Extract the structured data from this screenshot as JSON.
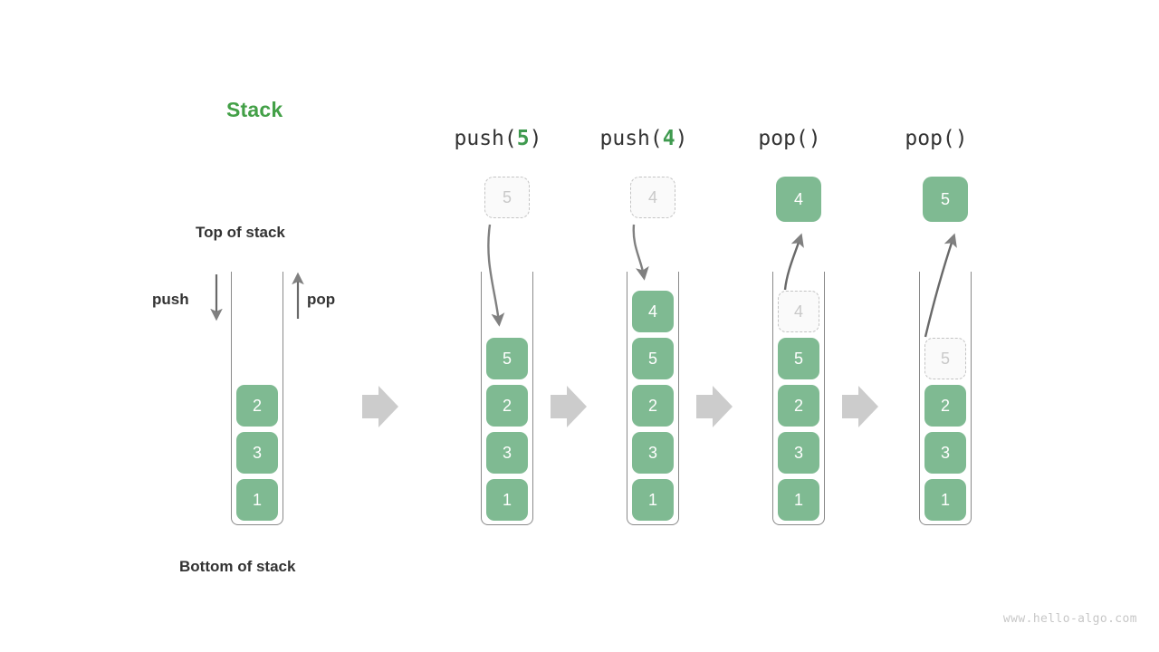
{
  "diagram": {
    "title": "Stack",
    "title_color": "#43a047",
    "accent_green": "#7fba92",
    "ghost_gray": "#c9c9c9",
    "arrow_gray": "#808080",
    "transition_arrow_color": "#cccccc",
    "watermark": "www.hello-algo.com",
    "labels": {
      "top_of_stack": "Top of stack",
      "bottom_of_stack": "Bottom of stack",
      "push": "push",
      "pop": "pop"
    }
  },
  "columns": [
    {
      "id": "initial",
      "header_prefix": "",
      "header_arg": "",
      "header_suffix": "",
      "cells": [
        "2",
        "3",
        "1"
      ],
      "ghost_in_stack": null,
      "floating": null
    },
    {
      "id": "push-5",
      "header_prefix": "push(",
      "header_arg": "5",
      "header_suffix": ")",
      "cells": [
        "5",
        "2",
        "3",
        "1"
      ],
      "ghost_in_stack": null,
      "floating": {
        "value": "5",
        "style": "ghost",
        "direction": "down"
      }
    },
    {
      "id": "push-4",
      "header_prefix": "push(",
      "header_arg": "4",
      "header_suffix": ")",
      "cells": [
        "4",
        "5",
        "2",
        "3",
        "1"
      ],
      "ghost_in_stack": null,
      "floating": {
        "value": "4",
        "style": "ghost",
        "direction": "down"
      }
    },
    {
      "id": "pop-1",
      "header_prefix": "pop(",
      "header_arg": "",
      "header_suffix": ")",
      "cells": [
        "5",
        "2",
        "3",
        "1"
      ],
      "ghost_in_stack": {
        "value": "4"
      },
      "floating": {
        "value": "4",
        "style": "filled",
        "direction": "up"
      }
    },
    {
      "id": "pop-2",
      "header_prefix": "pop(",
      "header_arg": "",
      "header_suffix": ")",
      "cells": [
        "2",
        "3",
        "1"
      ],
      "ghost_in_stack": {
        "value": "5"
      },
      "floating": {
        "value": "5",
        "style": "filled",
        "direction": "up"
      }
    }
  ]
}
